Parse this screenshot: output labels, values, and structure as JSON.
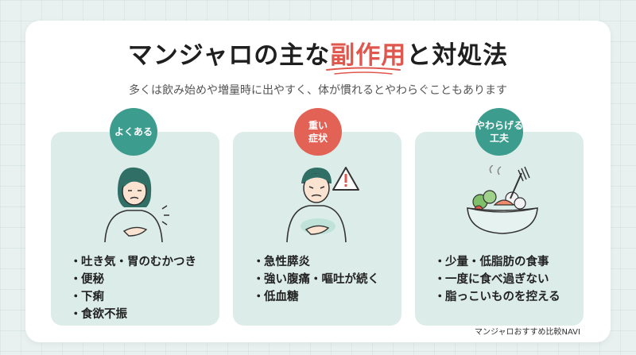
{
  "title": {
    "before": "マンジャロの主な",
    "highlight": "副作用",
    "after": "と対処法"
  },
  "subtitle": "多くは飲み始めや増量時に出やすく、体が慣れるとやわらぐこともあります",
  "columns": [
    {
      "badge": "よくある",
      "items": [
        "吐き気・胃のむかつき",
        "便秘",
        "下痢",
        "食欲不振"
      ]
    },
    {
      "badge": "重い\n症状",
      "items": [
        "急性膵炎",
        "強い腹痛・嘔吐が続く",
        "低血糖"
      ]
    },
    {
      "badge": "やわらげる\n工夫",
      "items": [
        "少量・低脂肪の食事",
        "一度に食べ過ぎない",
        "脂っこいものを控える"
      ]
    }
  ],
  "footer": "マンジャロおすすめ比較NAVI",
  "bullet": "・",
  "colors": {
    "accent_red": "#e0574d",
    "teal": "#3c9c8e",
    "panel": "#dcece8"
  }
}
